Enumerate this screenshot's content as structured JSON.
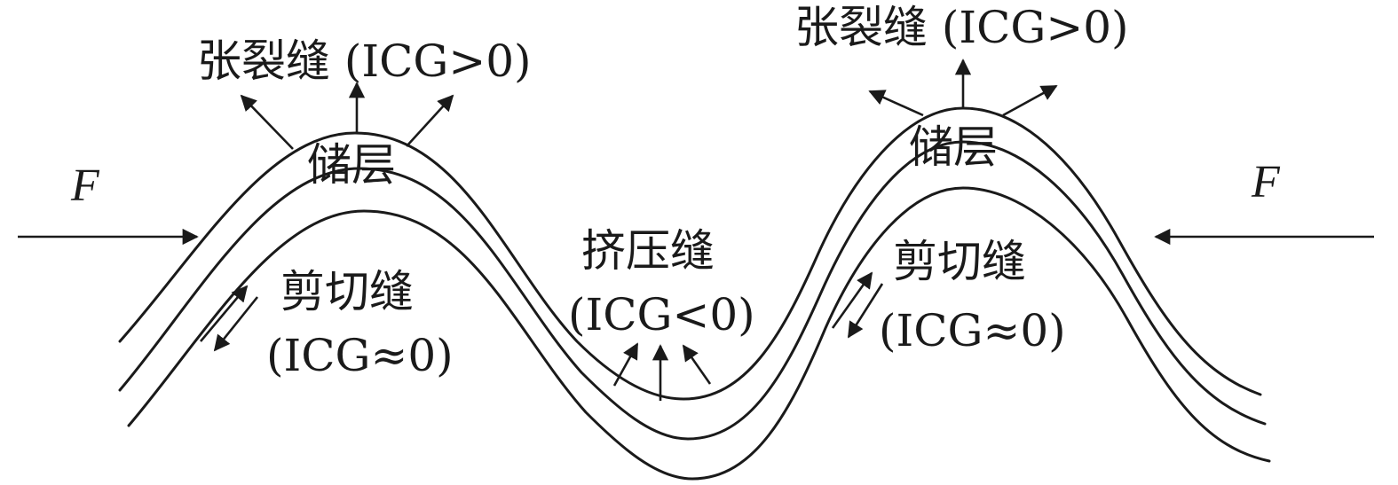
{
  "labels": {
    "tension_left": "张裂缝 (ICG>0)",
    "tension_right": "张裂缝 (ICG>0)",
    "reservoir_left": "储层",
    "reservoir_right": "储层",
    "force_left": "F",
    "force_right": "F",
    "compression_title": "挤压缝",
    "compression_value": "(ICG<0)",
    "shear_left_title": "剪切缝",
    "shear_left_value": "(ICG≈0)",
    "shear_right_title": "剪切缝",
    "shear_right_value": "(ICG≈0)"
  },
  "colors": {
    "ink": "#1a1a1a",
    "background": "#ffffff"
  }
}
